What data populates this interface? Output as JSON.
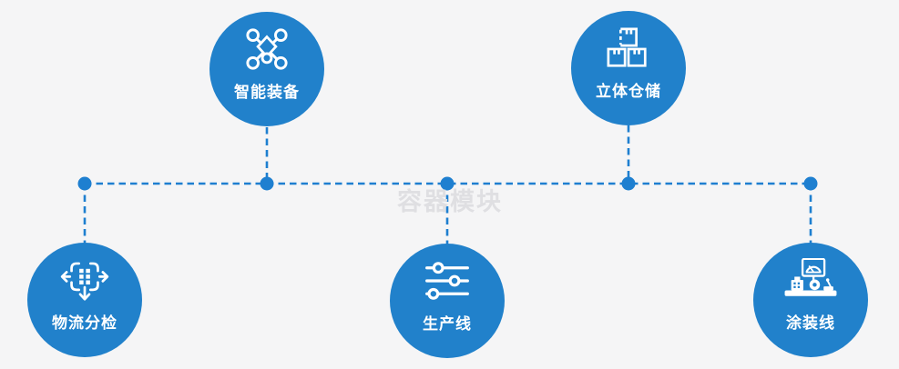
{
  "page": {
    "background": "#f5f5f6"
  },
  "colors": {
    "page_bg": "#f5f5f6",
    "node_fill": "#2181cb",
    "connector": "#1e7fd0",
    "icon": "#ffffff",
    "watermark": "#dfdfe2"
  },
  "watermark": {
    "text": "容器模块"
  },
  "nodes": [
    {
      "id": "intelligent-equipment",
      "label": "智能装备",
      "icon": "network-icon",
      "row": "top",
      "connector": "down-to-bus"
    },
    {
      "id": "stereo-warehouse",
      "label": "立体仓储",
      "icon": "stacked-boxes-icon",
      "row": "top",
      "connector": "down-to-bus"
    },
    {
      "id": "logistics-sorting",
      "label": "物流分检",
      "icon": "move-sort-icon",
      "row": "bottom",
      "connector": "up-to-bus"
    },
    {
      "id": "production-line",
      "label": "生产线",
      "icon": "sliders-icon",
      "row": "bottom",
      "connector": "up-to-bus"
    },
    {
      "id": "coating-line",
      "label": "涂装线",
      "icon": "machine-icon",
      "row": "bottom",
      "connector": "up-to-bus"
    }
  ]
}
